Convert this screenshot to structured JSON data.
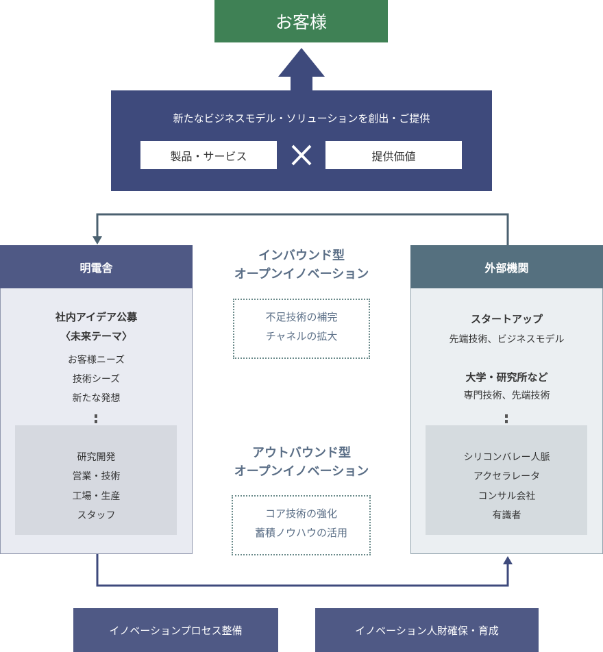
{
  "customer": {
    "label": "お客様"
  },
  "value_creation": {
    "title": "新たなビジネスモデル・ソリューションを創出・ご提供",
    "products_label": "製品・サービス",
    "value_label": "提供価値"
  },
  "meidensha": {
    "header": "明電舎",
    "idea_title_line1": "社内アイデア公募",
    "idea_title_line2": "〈未来テーマ〉",
    "sources": [
      "お客様ニーズ",
      "技術シーズ",
      "新たな発想"
    ],
    "departments": [
      "研究開発",
      "営業・技術",
      "工場・生産",
      "スタッフ"
    ]
  },
  "inbound": {
    "title_line1": "インバウンド型",
    "title_line2": "オープンイノベーション",
    "items": [
      "不足技術の補完",
      "チャネルの拡大"
    ]
  },
  "outbound": {
    "title_line1": "アウトバウンド型",
    "title_line2": "オープンイノベーション",
    "items": [
      "コア技術の強化",
      "蓄積ノウハウの活用"
    ]
  },
  "external": {
    "header": "外部機関",
    "startup_title": "スタートアップ",
    "startup_desc": "先端技術、ビジネスモデル",
    "university_title": "大学・研究所など",
    "university_desc": "専門技術、先端技術",
    "network": [
      "シリコンバレー人脈",
      "アクセラレータ",
      "コンサル会社",
      "有識者"
    ]
  },
  "bottom": {
    "process_label": "イノベーションプロセス整備",
    "talent_label": "イノベーション人財確保・育成"
  },
  "colors": {
    "customer_green": "#3f8155",
    "navy": "#3e4a7c",
    "company_header": "#4f5985",
    "external_header": "#55707f",
    "connector": "#4b6170"
  }
}
